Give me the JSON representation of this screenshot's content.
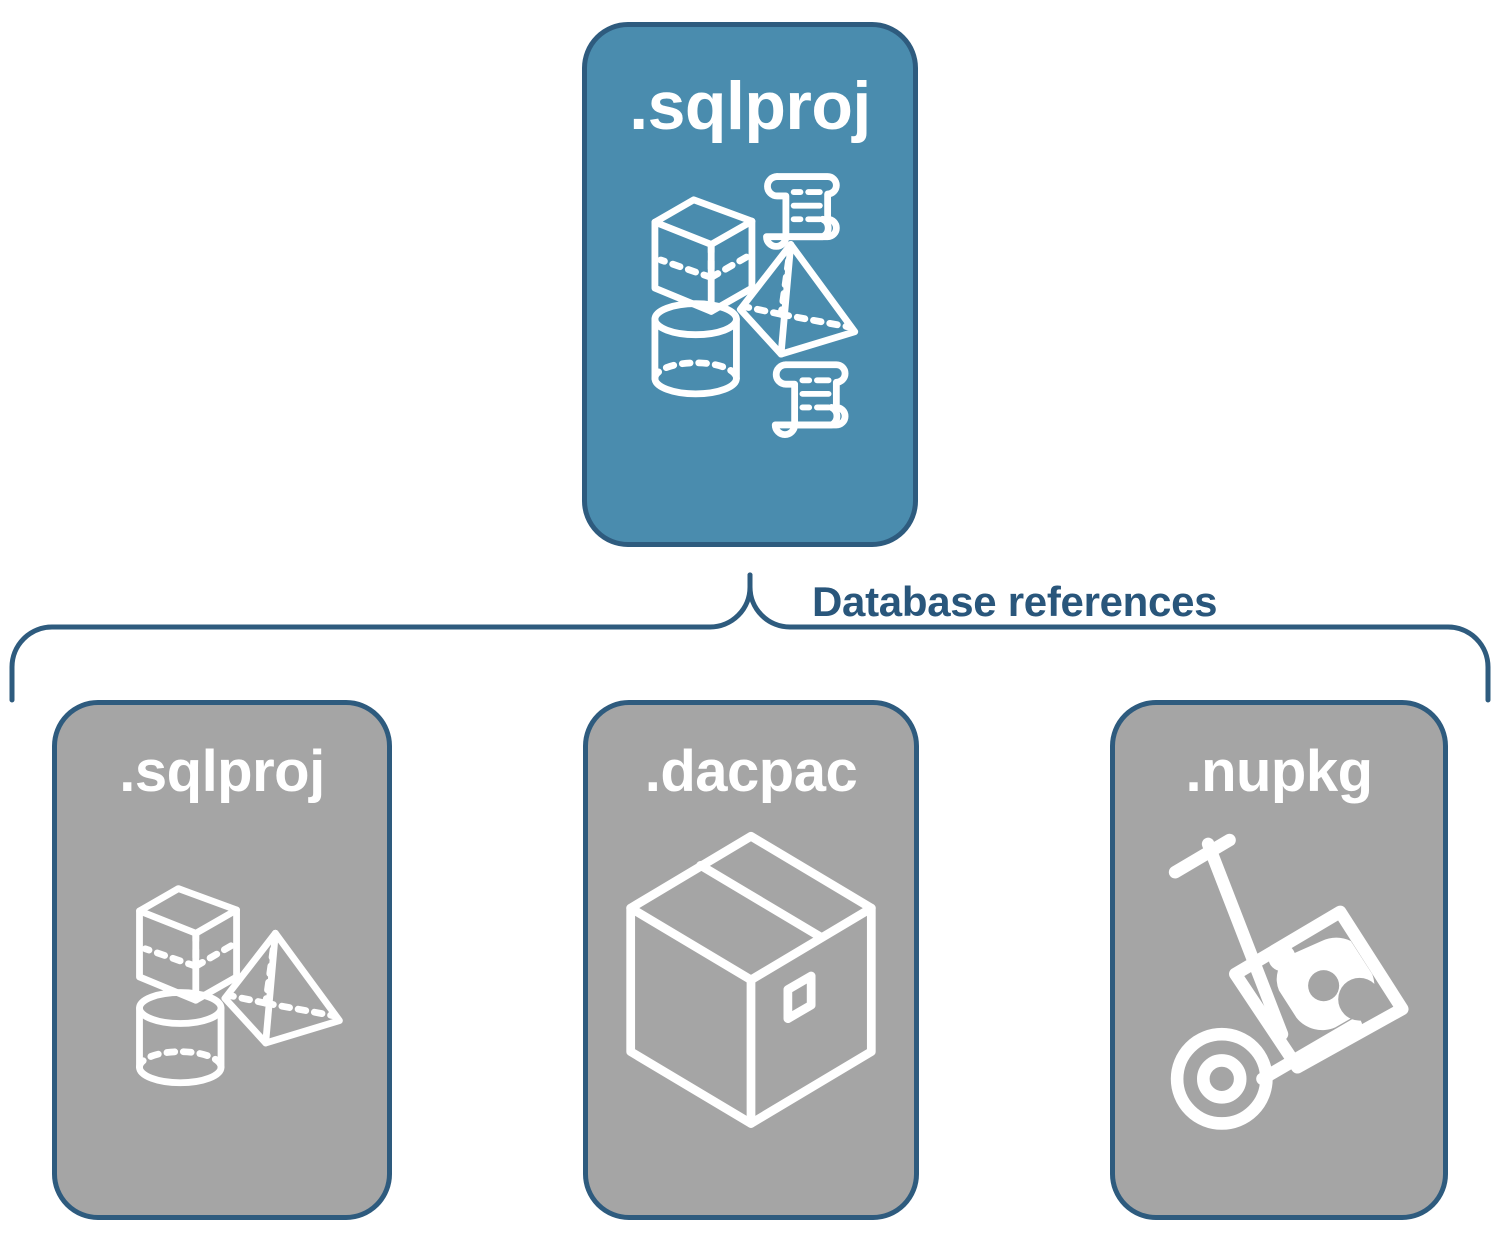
{
  "diagram": {
    "title_label": "Database references",
    "colors": {
      "accent_blue_fill": "#4A8CAE",
      "node_border": "#2E5B7E",
      "gray_fill": "#A5A5A5",
      "label_text": "#29567B",
      "icon_stroke": "#FFFFFF",
      "background": "#FFFFFF"
    },
    "root": {
      "label": ".sqlproj",
      "fill": "#4A8CAE",
      "icons": [
        "cube-icon",
        "pyramid-icon",
        "cylinder-icon",
        "scroll-icon",
        "scroll-icon"
      ]
    },
    "references": [
      {
        "label": ".sqlproj",
        "fill": "#A5A5A5",
        "icons": [
          "cube-icon",
          "pyramid-icon",
          "cylinder-icon"
        ]
      },
      {
        "label": ".dacpac",
        "fill": "#A5A5A5",
        "icons": [
          "package-box-icon"
        ]
      },
      {
        "label": ".nupkg",
        "fill": "#A5A5A5",
        "icons": [
          "hand-truck-package-icon"
        ]
      }
    ]
  }
}
